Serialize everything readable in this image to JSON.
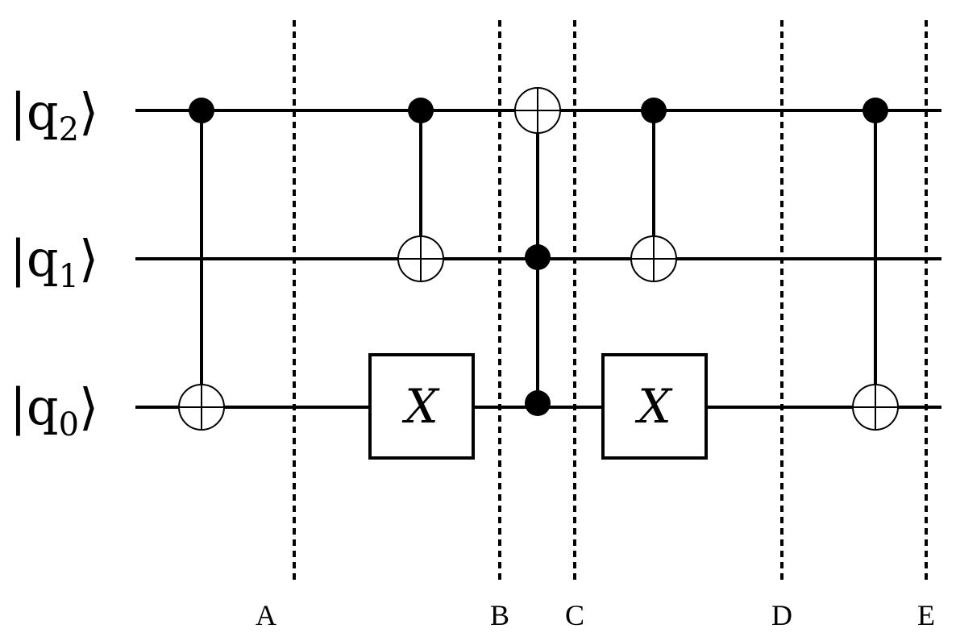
{
  "qubits": [
    {
      "id": "q2",
      "label": "|q",
      "index": "2",
      "ket_close": "⟩"
    },
    {
      "id": "q1",
      "label": "|q",
      "index": "1",
      "ket_close": "⟩"
    },
    {
      "id": "q0",
      "label": "|q",
      "index": "0",
      "ket_close": "⟩"
    }
  ],
  "gates": [
    {
      "type": "cnot",
      "control": "q2",
      "target": "q0"
    },
    {
      "type": "x",
      "target": "q0",
      "label": "X"
    },
    {
      "type": "cnot",
      "control": "q2",
      "target": "q1"
    },
    {
      "type": "toffoli",
      "controls": [
        "q1",
        "q0"
      ],
      "target": "q2"
    },
    {
      "type": "x",
      "target": "q0",
      "label": "X"
    },
    {
      "type": "cnot",
      "control": "q2",
      "target": "q1"
    },
    {
      "type": "cnot",
      "control": "q2",
      "target": "q0"
    }
  ],
  "barriers": [
    {
      "label": "A"
    },
    {
      "label": "B"
    },
    {
      "label": "C"
    },
    {
      "label": "D"
    },
    {
      "label": "E"
    }
  ],
  "colors": {
    "line": "#000000",
    "background": "#ffffff"
  }
}
